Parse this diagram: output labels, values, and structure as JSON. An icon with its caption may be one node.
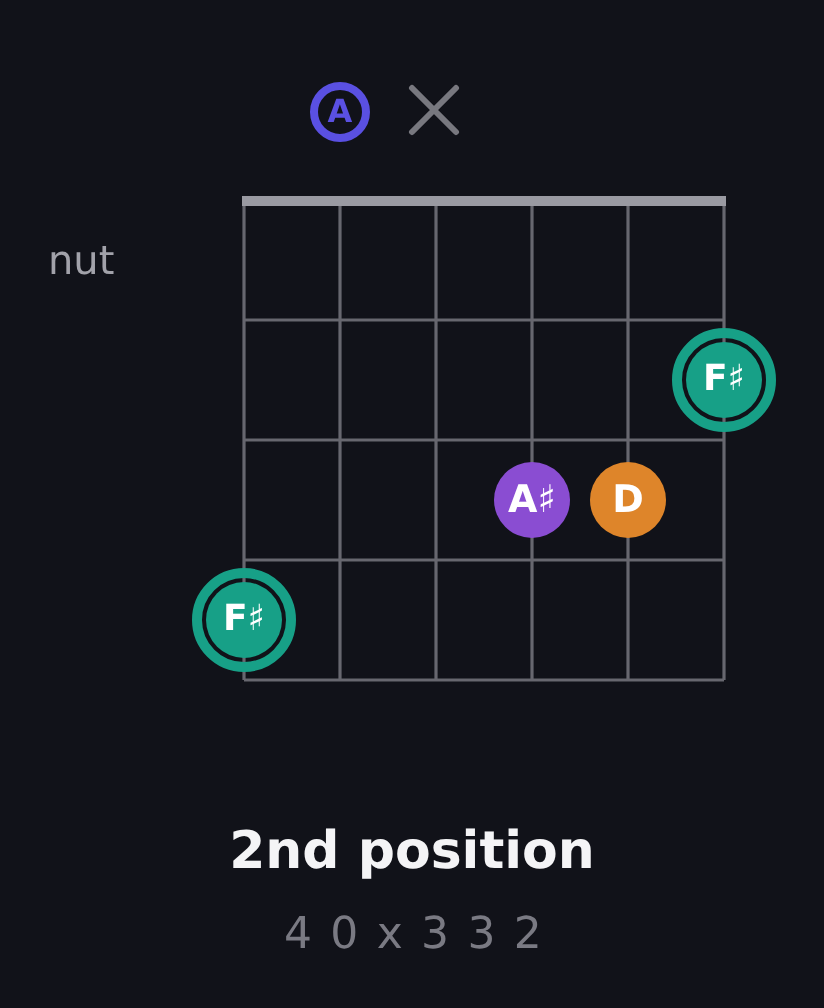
{
  "diagram": {
    "title": "2nd position",
    "caption": "4 0 x 3 3 2",
    "nodes": [
      {
        "text": [
          "A"
        ]
      },
      {
        "text": [
          "F♯"
        ]
      },
      {
        "text": [
          "A♯"
        ]
      },
      {
        "text": [
          "D"
        ]
      },
      {
        "text": [
          "F♯"
        ]
      }
    ],
    "labels": [
      "nut"
    ]
  }
}
